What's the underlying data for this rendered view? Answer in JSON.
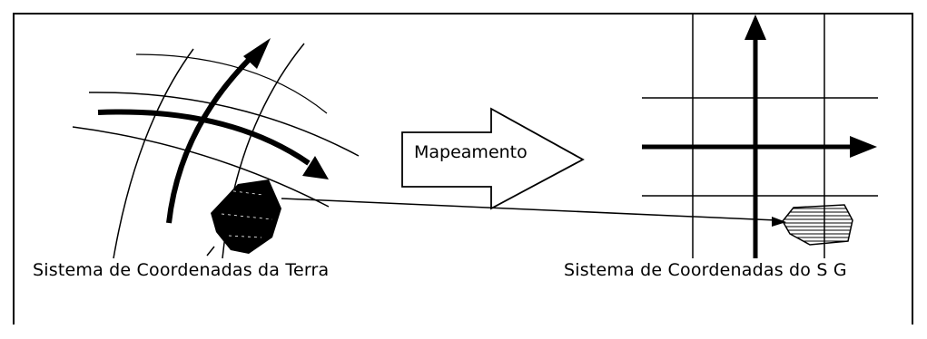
{
  "mapping_label": "Mapeamento",
  "left_caption": "Sistema de Coordenadas da Terra",
  "right_caption": "Sistema de Coordenadas do S G"
}
